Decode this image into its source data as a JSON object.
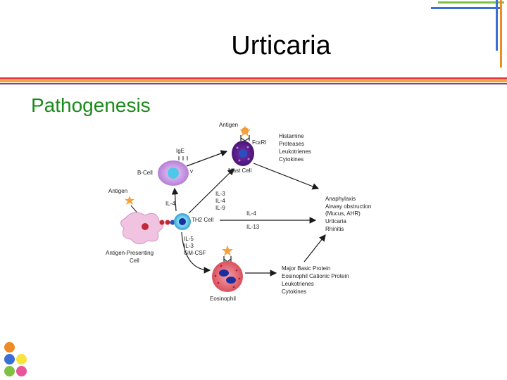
{
  "slide": {
    "title": "Urticaria",
    "subtitle": "Pathogenesis"
  },
  "colors": {
    "title_bar_red": "#e8323a",
    "title_bar_orange": "#f6a13a",
    "title_bar_purple": "#7b3fa0",
    "corner_green": "#7dc242",
    "corner_blue": "#3a6fd8",
    "corner_orange": "#f08a24",
    "subtitle_green": "#1a8a1a",
    "arrow": "#1a1a1a"
  },
  "dots": [
    "#f08a24",
    "#3a6fd8",
    "#f7e33a",
    "#7dc242",
    "#e8559a"
  ],
  "diagram": {
    "antigen_top": "Antigen",
    "fceri": "FcεRI",
    "mast_mediators": [
      "Histamine",
      "Proteases",
      "Leukotrienes",
      "Cytokines"
    ],
    "ige": "IgE",
    "b_cell": "B-Cell",
    "mast_cell": "Mast Cell",
    "antigen_left": "Antigen",
    "il4_left": "IL-4",
    "il_to_mast": [
      "IL-3",
      "IL-4",
      "IL-9"
    ],
    "th2_cell": "TH2 Cell",
    "il4_right": "IL-4",
    "il13": "IL-13",
    "apc_label": [
      "Antigen-Presenting",
      "Cell"
    ],
    "il_to_eos": [
      "IL-5",
      "IL-3",
      "GM-CSF"
    ],
    "outcomes": [
      "Anaphylaxis",
      "Airway obstruction",
      "(Mucus, AHR)",
      "Urticaria",
      "Rhinitis"
    ],
    "eos_mediators": [
      "Major Basic Protein",
      "Eosinophil Cationic Protein",
      "Leukotrienes",
      "Cytokines"
    ],
    "eosinophil": "Eosinophil"
  }
}
